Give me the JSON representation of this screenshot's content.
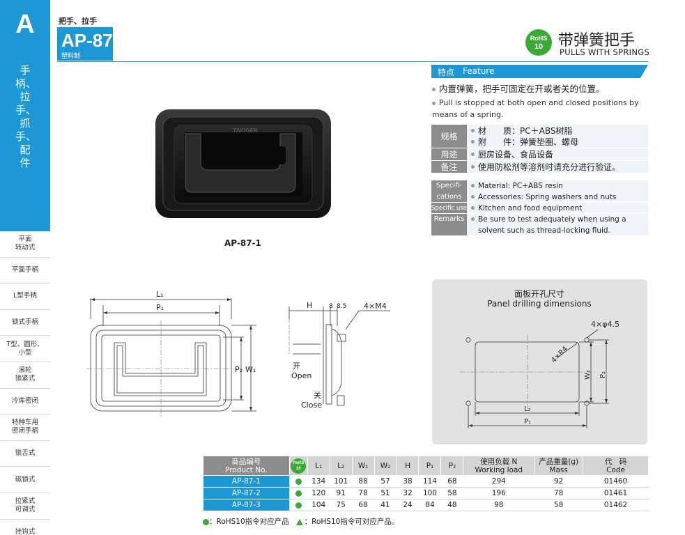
{
  "sidebar": {
    "letter": "A",
    "vertical_title": "手柄、拉手、抓手、配件",
    "items": [
      "平面\n转动式",
      "平面手柄",
      "L型手柄",
      "锁式手柄",
      "T型、圆形、\n小型",
      "滚轮\n锁紧式",
      "冷库密闭",
      "特种车用\n密闭手柄",
      "锁舌式",
      "磁锁式",
      "拉紧式\n可调式",
      "挂钩式"
    ]
  },
  "header": {
    "category": "把手、拉手",
    "model": "AP-87",
    "material": "塑料制",
    "rohs_line1": "RoHS",
    "rohs_line2": "10",
    "title_cn": "带弹簧把手",
    "title_en": "PULLS WITH SPRINGS"
  },
  "feature": {
    "label_cn": "特点",
    "label_en": "Feature",
    "text_cn": "内置弹簧，把手可固定在开或者关的位置。",
    "text_en": "Pull is stopped at both open and closed positions by means of a spring."
  },
  "spec_cn": [
    {
      "key": "规格",
      "values": [
        "材　　质：PC＋ABS树脂",
        "附　　件：弹簧垫圈、螺母"
      ]
    },
    {
      "key": "用途",
      "values": [
        "厨房设备、食品设备"
      ]
    },
    {
      "key": "备注",
      "values": [
        "使用防松剂等溶剂时请充分进行验证。"
      ]
    }
  ],
  "spec_en": [
    {
      "key": "Specifi-\ncations",
      "values": [
        "Material: PC+ABS resin",
        "Accessories: Spring washers and nuts"
      ]
    },
    {
      "key": "Specific use",
      "values": [
        "Kitchen and food equipment"
      ]
    },
    {
      "key": "Remarks",
      "values": [
        "Be sure to test adequately when using a solvent such as thread-locking fluid."
      ]
    }
  ],
  "photo": {
    "caption": "AP-87-1",
    "brand": "TAKIGEN"
  },
  "drawing": {
    "L1": "L₁",
    "P1": "P₁",
    "P2": "P₂",
    "W1": "W₁",
    "H": "H",
    "d8": "8",
    "d85": "8.5",
    "thread": "4×M4",
    "open_cn": "开",
    "open_en": "Open",
    "close_cn": "关",
    "close_en": "Close"
  },
  "panel": {
    "title_cn": "面板开孔尺寸",
    "title_en": "Panel drilling dimensions",
    "holes": "4×φ4.5",
    "radius": "4×R4",
    "W2": "W₂",
    "P2": "P₂",
    "L2": "L₂",
    "P1": "P₁"
  },
  "table": {
    "headers": {
      "product_cn": "商品编号",
      "product_en": "Product No.",
      "rohs1": "RoHS",
      "rohs2": "10",
      "L1": "L₁",
      "L2": "L₂",
      "W1": "W₁",
      "W2": "W₂",
      "H": "H",
      "P1": "P₁",
      "P2": "P₂",
      "load_cn": "使用负载 N",
      "load_en": "Working load",
      "mass_cn": "产品重量(g)",
      "mass_en": "Mass",
      "code_cn": "代　码",
      "code_en": "Code"
    },
    "rows": [
      {
        "product": "AP-87-1",
        "L1": "134",
        "L2": "101",
        "W1": "88",
        "W2": "57",
        "H": "38",
        "P1": "114",
        "P2": "68",
        "load": "294",
        "mass": "92",
        "code": "01460"
      },
      {
        "product": "AP-87-2",
        "L1": "120",
        "L2": "91",
        "W1": "78",
        "W2": "51",
        "H": "32",
        "P1": "100",
        "P2": "58",
        "load": "196",
        "mass": "78",
        "code": "01461"
      },
      {
        "product": "AP-87-3",
        "L1": "104",
        "L2": "75",
        "W1": "68",
        "W2": "41",
        "H": "24",
        "P1": "84",
        "P2": "48",
        "load": "98",
        "mass": "58",
        "code": "01462"
      }
    ],
    "legend_circle": "：RoHS10指令对应产品",
    "legend_triangle": "：RoHS10指令可对应产品。"
  },
  "colors": {
    "accent": "#1e97d5",
    "rohs_green": "#3aa935",
    "gray_label": "#8c8c8c"
  }
}
